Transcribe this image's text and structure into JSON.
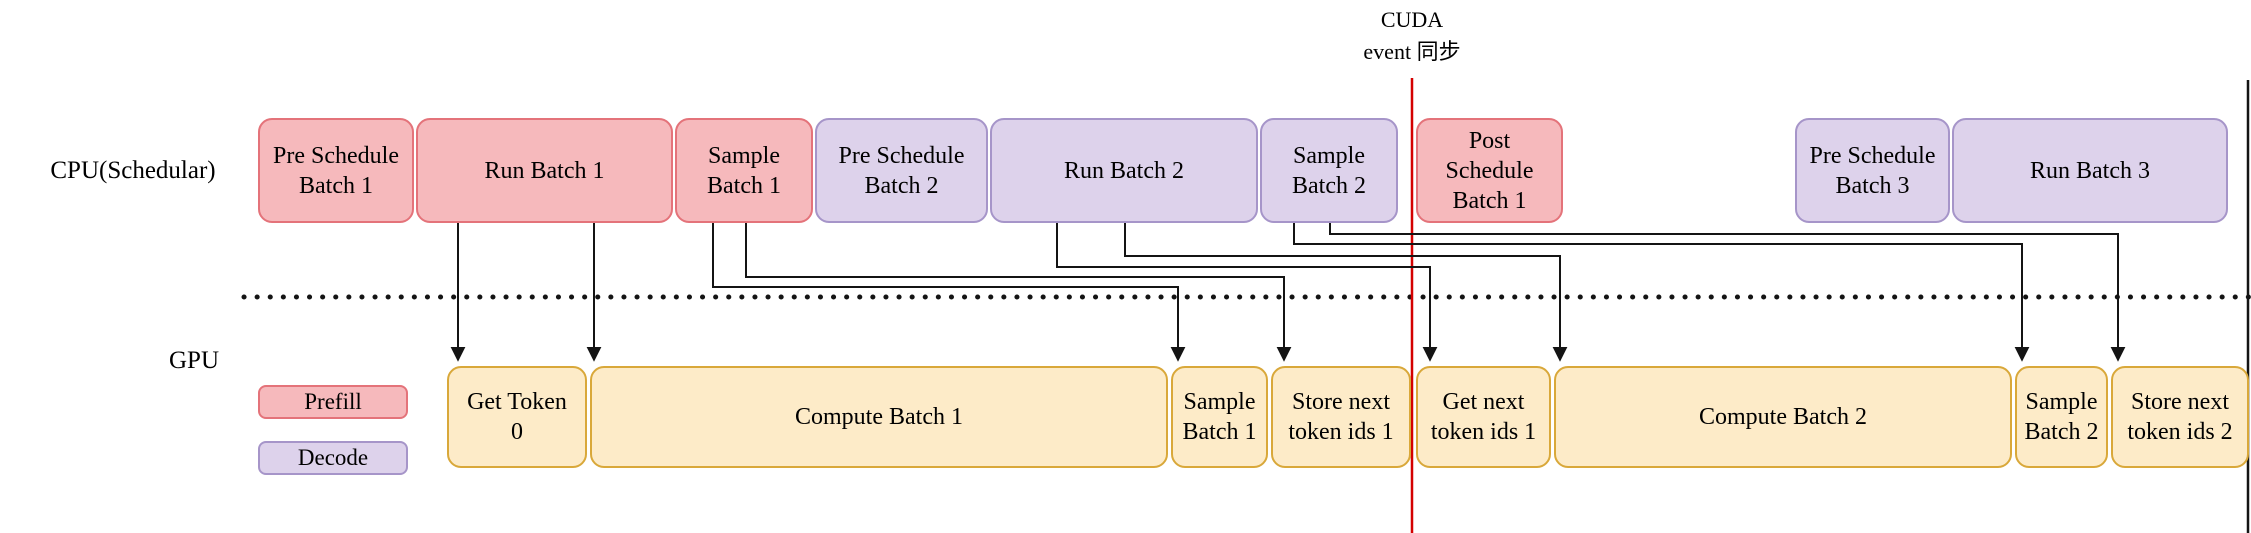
{
  "annotations": {
    "cuda_sync_label": "CUDA\nevent 同步"
  },
  "lanes": {
    "cpu_label": "CPU(Schedular)",
    "gpu_label": "GPU"
  },
  "legend": {
    "prefill": "Prefill",
    "decode": "Decode"
  },
  "cpu_timeline": [
    {
      "label": "Pre Schedule\nBatch 1",
      "type": "prefill"
    },
    {
      "label": "Run Batch 1",
      "type": "prefill"
    },
    {
      "label": "Sample\nBatch 1",
      "type": "prefill"
    },
    {
      "label": "Pre Schedule\nBatch 2",
      "type": "decode"
    },
    {
      "label": "Run Batch 2",
      "type": "decode"
    },
    {
      "label": "Sample\nBatch 2",
      "type": "decode"
    },
    {
      "label": "Post\nSchedule\nBatch 1",
      "type": "prefill"
    },
    {
      "label": "Pre Schedule\nBatch 3",
      "type": "decode"
    },
    {
      "label": "Run Batch 3",
      "type": "decode"
    }
  ],
  "gpu_timeline": [
    {
      "label": "Get Token\n0"
    },
    {
      "label": "Compute Batch 1"
    },
    {
      "label": "Sample\nBatch 1"
    },
    {
      "label": "Store next\ntoken ids 1"
    },
    {
      "label": "Get next\ntoken ids 1"
    },
    {
      "label": "Compute Batch 2"
    },
    {
      "label": "Sample\nBatch 2"
    },
    {
      "label": "Store next\ntoken ids 2"
    }
  ],
  "colors": {
    "prefill_fill": "#f6b9bc",
    "prefill_border": "#e4737a",
    "decode_fill": "#ddd2eb",
    "decode_border": "#a695c9",
    "gpu_fill": "#fdebc8",
    "gpu_border": "#d9a83a",
    "sync_line": "#d40000",
    "line": "#141414"
  }
}
